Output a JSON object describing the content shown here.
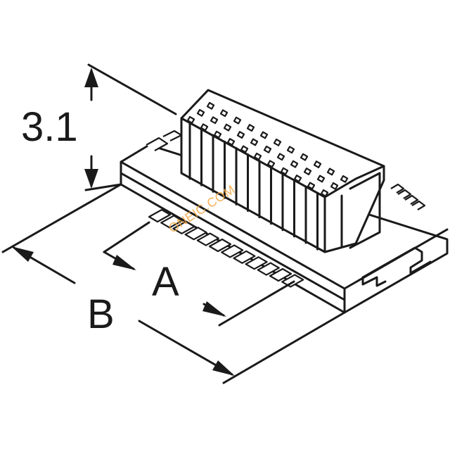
{
  "dimensions": {
    "height_label": "3.1",
    "a_label": "A",
    "b_label": "B"
  },
  "watermark": {
    "text": "ONEIC.COM",
    "color": "#f2a33a"
  },
  "colors": {
    "line": "#1a1a1a",
    "background": "#ffffff"
  }
}
